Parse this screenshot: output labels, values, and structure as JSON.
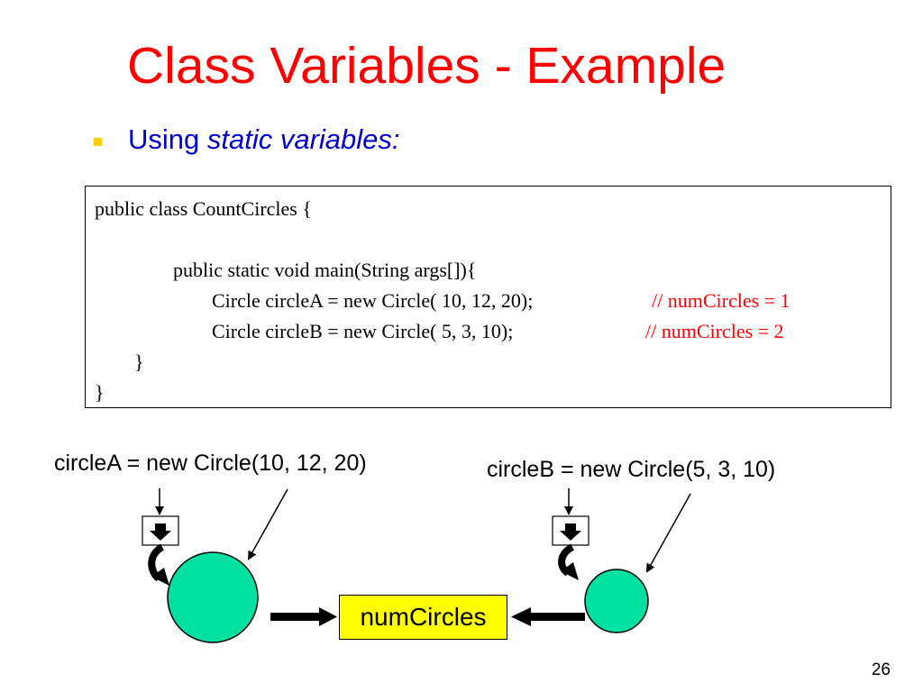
{
  "title": "Class Variables - Example",
  "bullet": {
    "prefix": "Using ",
    "emphasis": "static variables:"
  },
  "code": {
    "line1": "public class CountCircles {",
    "line2": "public static void main(String args[]){",
    "line3": "Circle circleA = new Circle( 10, 12, 20);",
    "line3_comment": "// numCircles = 1",
    "line4": "Circle circleB = new Circle( 5, 3, 10);",
    "line4_comment": "// numCircles = 2",
    "line5": "}",
    "line6": "}"
  },
  "diagram": {
    "caption_a": "circleA = new Circle(10, 12, 20)",
    "caption_b": "circleB = new Circle(5, 3, 10)",
    "shared_variable": "numCircles",
    "circle_color": "#00e0a0",
    "box_color": "#ffff00"
  },
  "page_number": "26"
}
